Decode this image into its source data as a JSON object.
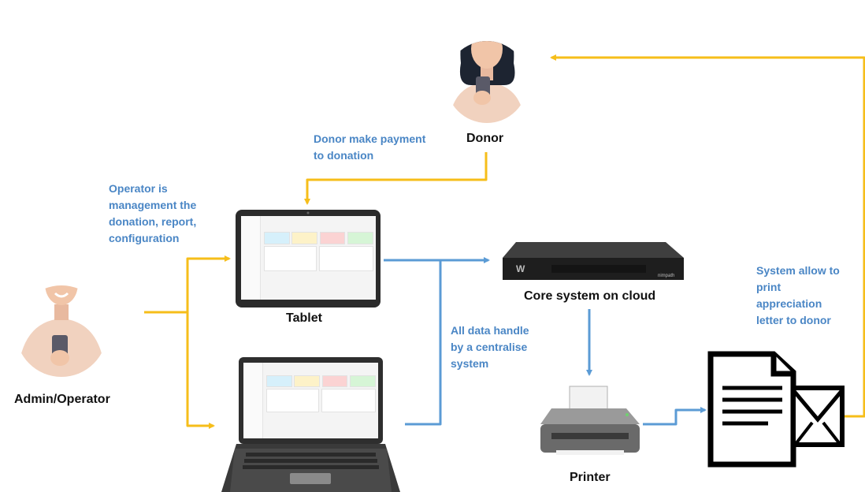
{
  "nodes": {
    "donor": {
      "label": "Donor"
    },
    "tablet": {
      "label": "Tablet"
    },
    "operator": {
      "label": "Admin/Operator"
    },
    "core": {
      "label": "Core system on cloud",
      "brand": "nimpath",
      "logo_letter": "W"
    },
    "printer": {
      "label": "Printer"
    },
    "letter": {
      "label": ""
    }
  },
  "notes": {
    "donor_payment": [
      "Donor make payment",
      "to donation"
    ],
    "operator_mgmt": [
      "Operator is",
      "management the",
      "donation, report,",
      "configuration"
    ],
    "centralise": [
      "All data handle",
      "by a centralise",
      "system"
    ],
    "appreciation": [
      "System allow to",
      "print",
      "appreciation",
      "letter to donor"
    ]
  },
  "colors": {
    "flow_yellow": "#f6be1a",
    "flow_blue": "#5b9bd5",
    "note_text": "#4a86c5",
    "label_text": "#111111",
    "skin": "#f1d2bf",
    "hair": "#1d2431",
    "tile_cyan": "#d6f0fb",
    "tile_yellow": "#fdf2c8",
    "tile_red": "#fbd3d3",
    "tile_green": "#d6f5d6"
  },
  "edges": [
    {
      "from": "donor",
      "to": "tablet",
      "color": "yellow"
    },
    {
      "from": "operator",
      "to": "tablet",
      "color": "yellow"
    },
    {
      "from": "operator",
      "to": "laptop",
      "color": "yellow"
    },
    {
      "from": "tablet",
      "to": "core",
      "color": "blue"
    },
    {
      "from": "laptop",
      "to": "core",
      "color": "blue"
    },
    {
      "from": "core",
      "to": "printer",
      "color": "blue"
    },
    {
      "from": "printer",
      "to": "letter",
      "color": "blue"
    },
    {
      "from": "letter",
      "to": "donor",
      "color": "yellow"
    }
  ]
}
